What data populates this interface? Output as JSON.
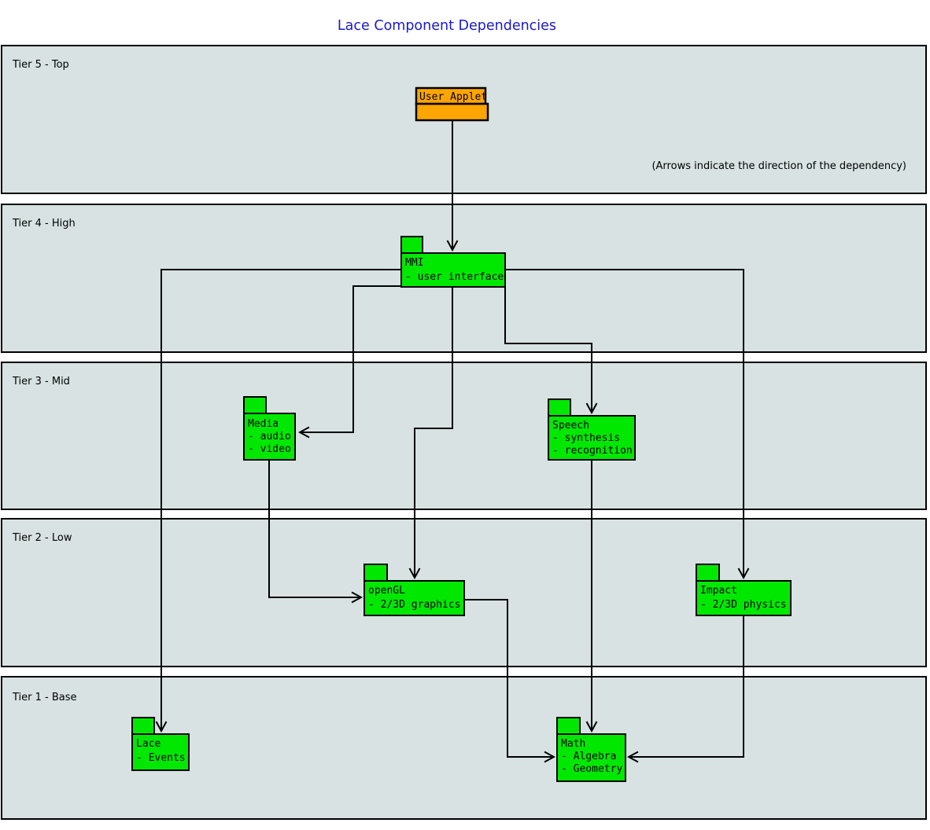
{
  "title": "Lace Component Dependencies",
  "annotation": "(Arrows indicate the direction of the dependency)",
  "colors": {
    "tier_fill": "#d8e2e2",
    "component_fill": "#00e800",
    "applet_fill": "#ffa500",
    "title_color": "#1a1acc",
    "line_color": "#000000"
  },
  "tiers": [
    {
      "label": "Tier 5 - Top"
    },
    {
      "label": "Tier 4 - High"
    },
    {
      "label": "Tier 3 - Mid"
    },
    {
      "label": "Tier 2 - Low"
    },
    {
      "label": "Tier 1 - Base"
    }
  ],
  "components": {
    "user_applet": {
      "title": "User Applet",
      "tier": "Tier 5 - Top"
    },
    "mmi": {
      "title": "MMI",
      "line1": "- user interface",
      "tier": "Tier 4 - High"
    },
    "media": {
      "title": "Media",
      "line1": "- audio",
      "line2": "- video",
      "tier": "Tier 3 - Mid"
    },
    "speech": {
      "title": "Speech",
      "line1": "- synthesis",
      "line2": "- recognition",
      "tier": "Tier 3 - Mid"
    },
    "opengl": {
      "title": "openGL",
      "line1": "- 2/3D graphics",
      "tier": "Tier 2 - Low"
    },
    "impact": {
      "title": "Impact",
      "line1": "- 2/3D physics",
      "tier": "Tier 2 - Low"
    },
    "lace": {
      "title": "Lace",
      "line1": "- Events",
      "tier": "Tier 1 - Base"
    },
    "math": {
      "title": "Math",
      "line1": "- Algebra",
      "line2": "- Geometry",
      "tier": "Tier 1 - Base"
    }
  },
  "edges": [
    {
      "from": "User Applet",
      "to": "MMI"
    },
    {
      "from": "MMI",
      "to": "Media"
    },
    {
      "from": "MMI",
      "to": "Speech"
    },
    {
      "from": "MMI",
      "to": "openGL"
    },
    {
      "from": "MMI",
      "to": "Lace"
    },
    {
      "from": "MMI",
      "to": "Impact"
    },
    {
      "from": "Media",
      "to": "openGL"
    },
    {
      "from": "Speech",
      "to": "Math"
    },
    {
      "from": "openGL",
      "to": "Math"
    },
    {
      "from": "Impact",
      "to": "Math"
    }
  ]
}
